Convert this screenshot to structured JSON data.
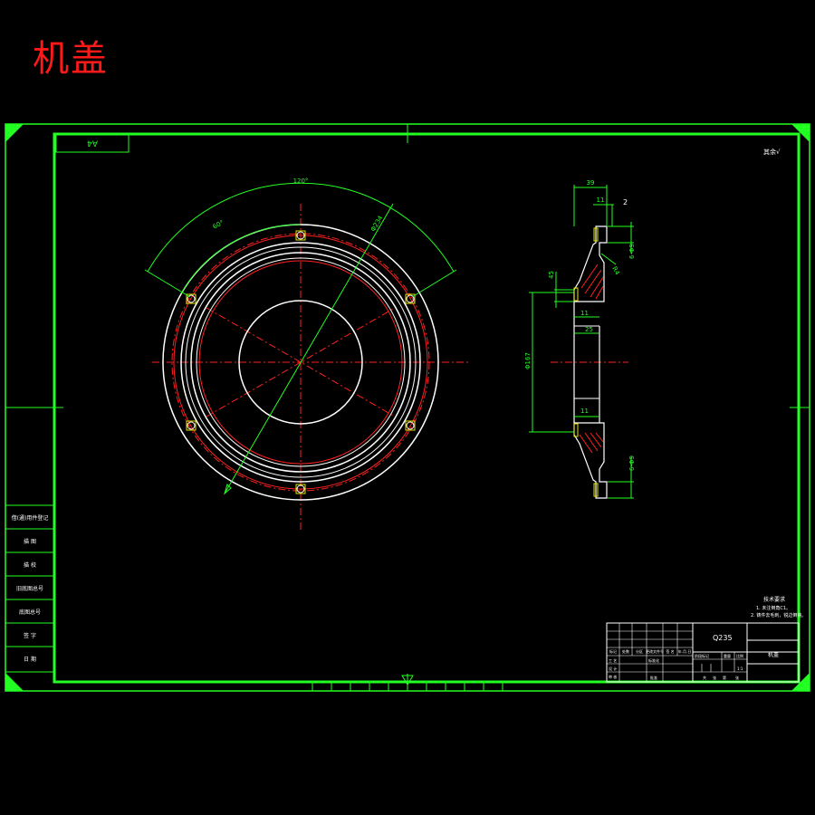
{
  "title": "机盖",
  "sheet": {
    "size_code": "A4",
    "ref_note": "其余√"
  },
  "front_view": {
    "angle_total": "120°",
    "angle_half": "60°",
    "bolt_circle": "Φ234"
  },
  "section_view": {
    "dim_width": "39",
    "dim_step": "11",
    "dim_gap": "2",
    "dim_hole_top": "6-Φ9",
    "dim_hole_bottom": "6-Φ9",
    "dim_r": "R4",
    "dim_side": "45",
    "dim_inner_step": "11",
    "dim_inner_width": "25",
    "dim_bottom_step": "11",
    "dim_inner_dia": "Φ167"
  },
  "left_table": [
    "借(通)用件登记",
    "描 图",
    "描 校",
    "旧底图总号",
    "底图总号",
    "签 字",
    "日 期"
  ],
  "notes": [
    "技术要求",
    "1. 未注倒角C1。",
    "2. 铸件去毛刺，锐边倒钝。"
  ],
  "title_block": {
    "material": "Q235",
    "part_name": "机盖",
    "header_row": [
      "标记",
      "处数",
      "分区",
      "更改文件号",
      "签 名",
      "年.月.日"
    ],
    "row_labels": [
      "设 计",
      "审 核",
      "工 艺"
    ],
    "standardization": "标准化",
    "approve": "批准",
    "stage_label": "阶段标记",
    "weight_label": "重量",
    "scale_label": "比例",
    "scale": "1:1",
    "sheet_info": [
      "共",
      "张",
      "第",
      "张"
    ]
  }
}
